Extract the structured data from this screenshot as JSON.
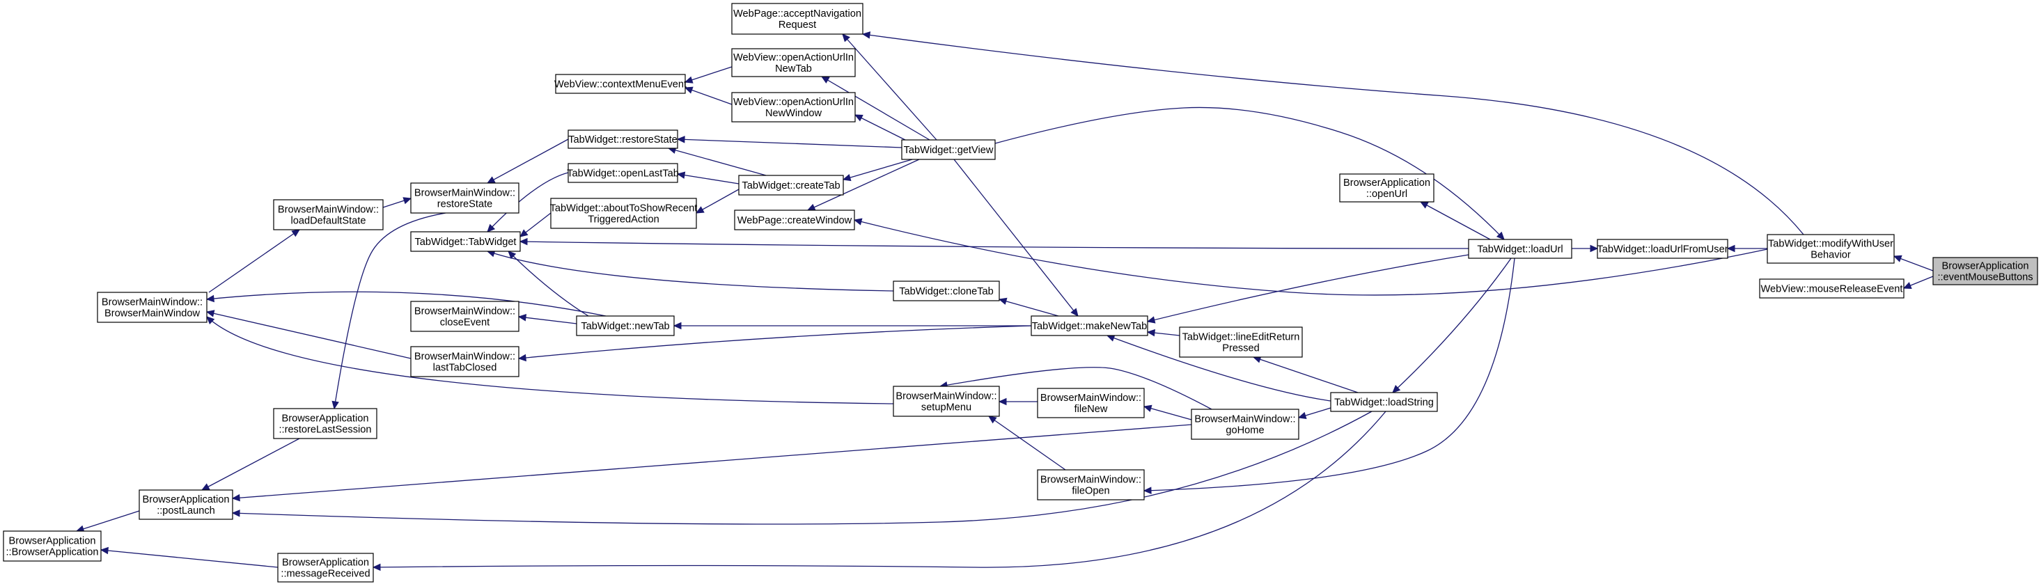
{
  "nodes": {
    "eventMouseButtons": [
      "BrowserApplication",
      "::eventMouseButtons"
    ],
    "modifyWithUserBehavior": [
      "TabWidget::modifyWithUser",
      "Behavior"
    ],
    "mouseReleaseEvent": [
      "WebView::mouseReleaseEvent"
    ],
    "loadUrlFromUser": [
      "TabWidget::loadUrlFromUser"
    ],
    "loadUrl": [
      "TabWidget::loadUrl"
    ],
    "openUrl": [
      "BrowserApplication",
      "::openUrl"
    ],
    "getView": [
      "TabWidget::getView"
    ],
    "acceptNavigationRequest": [
      "WebPage::acceptNavigation",
      "Request"
    ],
    "openActionUrlInNewTab": [
      "WebView::openActionUrlIn",
      "NewTab"
    ],
    "openActionUrlInNewWindow": [
      "WebView::openActionUrlIn",
      "NewWindow"
    ],
    "contextMenuEvent": [
      "WebView::contextMenuEvent"
    ],
    "restoreState": [
      "TabWidget::restoreState"
    ],
    "createTab": [
      "TabWidget::createTab"
    ],
    "openLastTab": [
      "TabWidget::openLastTab"
    ],
    "aboutToShowRecentTriggeredAction": [
      "TabWidget::aboutToShowRecent",
      "TriggeredAction"
    ],
    "createWindow": [
      "WebPage::createWindow"
    ],
    "bmwRestoreState": [
      "BrowserMainWindow::",
      "restoreState"
    ],
    "loadDefaultState": [
      "BrowserMainWindow::",
      "loadDefaultState"
    ],
    "tabWidgetCtor": [
      "TabWidget::TabWidget"
    ],
    "bmwCtor": [
      "BrowserMainWindow::",
      "BrowserMainWindow"
    ],
    "cloneTab": [
      "TabWidget::cloneTab"
    ],
    "makeNewTab": [
      "TabWidget::makeNewTab"
    ],
    "closeEvent": [
      "BrowserMainWindow::",
      "closeEvent"
    ],
    "newTab": [
      "TabWidget::newTab"
    ],
    "lastTabClosed": [
      "BrowserMainWindow::",
      "lastTabClosed"
    ],
    "lineEditReturnPressed": [
      "TabWidget::lineEditReturn",
      "Pressed"
    ],
    "loadString": [
      "TabWidget::loadString"
    ],
    "setupMenu": [
      "BrowserMainWindow::",
      "setupMenu"
    ],
    "fileNew": [
      "BrowserMainWindow::",
      "fileNew"
    ],
    "goHome": [
      "BrowserMainWindow::",
      "goHome"
    ],
    "fileOpen": [
      "BrowserMainWindow::",
      "fileOpen"
    ],
    "restoreLastSession": [
      "BrowserApplication",
      "::restoreLastSession"
    ],
    "postLaunch": [
      "BrowserApplication",
      "::postLaunch"
    ],
    "baCtor": [
      "BrowserApplication",
      "::BrowserApplication"
    ],
    "messageReceived": [
      "BrowserApplication",
      "::messageReceived"
    ]
  },
  "edges": [
    [
      "modifyWithUserBehavior",
      "eventMouseButtons"
    ],
    [
      "mouseReleaseEvent",
      "eventMouseButtons"
    ],
    [
      "loadUrlFromUser",
      "modifyWithUserBehavior"
    ],
    [
      "acceptNavigationRequest",
      "modifyWithUserBehavior"
    ],
    [
      "createWindow",
      "modifyWithUserBehavior"
    ],
    [
      "loadUrl",
      "loadUrlFromUser"
    ],
    [
      "openUrl",
      "loadUrl"
    ],
    [
      "tabWidgetCtor",
      "loadUrl"
    ],
    [
      "makeNewTab",
      "loadUrl"
    ],
    [
      "loadString",
      "loadUrl"
    ],
    [
      "fileOpen",
      "loadUrl"
    ],
    [
      "loadUrl",
      "getView"
    ],
    [
      "acceptNavigationRequest",
      "getView"
    ],
    [
      "openActionUrlInNewTab",
      "getView"
    ],
    [
      "openActionUrlInNewWindow",
      "getView"
    ],
    [
      "restoreState",
      "getView"
    ],
    [
      "createTab",
      "getView"
    ],
    [
      "createWindow",
      "getView"
    ],
    [
      "makeNewTab",
      "getView"
    ],
    [
      "contextMenuEvent",
      "openActionUrlInNewTab"
    ],
    [
      "contextMenuEvent",
      "openActionUrlInNewWindow"
    ],
    [
      "restoreState",
      "createTab"
    ],
    [
      "openLastTab",
      "createTab"
    ],
    [
      "aboutToShowRecentTriggeredAction",
      "createTab"
    ],
    [
      "bmwRestoreState",
      "restoreState"
    ],
    [
      "tabWidgetCtor",
      "openLastTab"
    ],
    [
      "tabWidgetCtor",
      "aboutToShowRecentTriggeredAction"
    ],
    [
      "bmwRestoreState",
      "loadDefaultState"
    ],
    [
      "loadDefaultState",
      "bmwCtor"
    ],
    [
      "restoreLastSession",
      "bmwRestoreState"
    ],
    [
      "tabWidgetCtor",
      "cloneTab"
    ],
    [
      "cloneTab",
      "makeNewTab"
    ],
    [
      "newTab",
      "makeNewTab"
    ],
    [
      "lastTabClosed",
      "makeNewTab"
    ],
    [
      "tabWidgetCtor",
      "newTab"
    ],
    [
      "bmwCtor",
      "newTab"
    ],
    [
      "closeEvent",
      "newTab"
    ],
    [
      "bmwCtor",
      "lastTabClosed"
    ],
    [
      "makeNewTab",
      "lineEditReturnPressed"
    ],
    [
      "makeNewTab",
      "loadString"
    ],
    [
      "lineEditReturnPressed",
      "loadString"
    ],
    [
      "goHome",
      "loadString"
    ],
    [
      "postLaunch",
      "loadString"
    ],
    [
      "messageReceived",
      "loadString"
    ],
    [
      "bmwCtor",
      "setupMenu"
    ],
    [
      "setupMenu",
      "fileNew"
    ],
    [
      "setupMenu",
      "goHome"
    ],
    [
      "setupMenu",
      "fileOpen"
    ],
    [
      "fileNew",
      "goHome"
    ],
    [
      "postLaunch",
      "goHome"
    ],
    [
      "postLaunch",
      "restoreLastSession"
    ],
    [
      "baCtor",
      "postLaunch"
    ],
    [
      "baCtor",
      "messageReceived"
    ]
  ]
}
